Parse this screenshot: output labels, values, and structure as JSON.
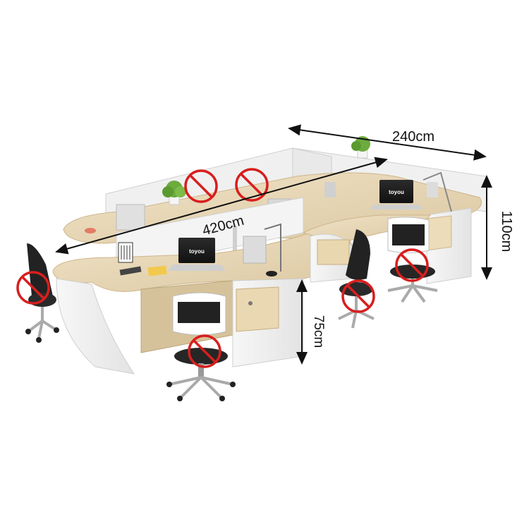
{
  "dimensions": {
    "width_label": "240cm",
    "length_label": "420cm",
    "panel_height_label": "110cm",
    "desk_height_label": "75cm"
  },
  "brand": {
    "monitor_logo": "toyou"
  },
  "colors": {
    "desktop_wood": "#e8d8b8",
    "desktop_edge": "#d9c49c",
    "cabinet_white": "#f3f3f3",
    "panel_white": "#f6f6f6",
    "prohibition_red": "#d81e1e",
    "chair_black": "#222222",
    "dimension_line": "#111111"
  },
  "icons": {
    "prohibition": "no-symbol-icon"
  }
}
